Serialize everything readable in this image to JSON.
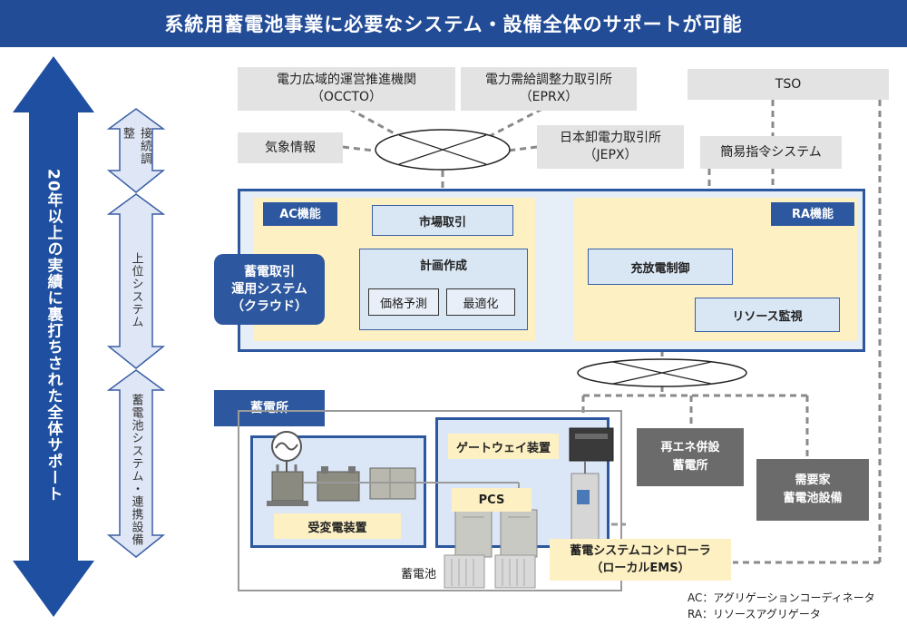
{
  "title": "系統用蓄電池事業に必要なシステム・設備全体のサポートが可能",
  "left_arrow": {
    "text": "20年以上の実績に裏打ちされた全体サポート"
  },
  "left_segments": [
    "接続調整",
    "上位システム",
    "蓄電池システム・連携設備"
  ],
  "external": {
    "occto": "電力広域的運営推進機関\n（OCCTO）",
    "eprx": "電力需給調整力取引所\n（EPRX）",
    "weather": "気象情報",
    "jepx": "日本卸電力取引所\n（JEPX）",
    "tso": "TSO",
    "simple_command": "簡易指令システム"
  },
  "cloud_system": {
    "label": "蓄電取引\n運用システム\n（クラウド）",
    "ac": {
      "label": "AC機能",
      "market": "市場取引",
      "plan": "計画作成",
      "price": "価格予測",
      "optimize": "最適化"
    },
    "ra": {
      "label": "RA機能",
      "charge_control": "充放電制御",
      "resource_monitor": "リソース監視"
    }
  },
  "station": {
    "label": "蓄電所",
    "gateway": "ゲートウェイ装置",
    "pcs": "PCS",
    "substation": "受変電装置",
    "battery": "蓄電池",
    "controller": "蓄電システムコントローラ\n（ローカルEMS）"
  },
  "others": {
    "renewable": "再エネ併設\n蓄電所",
    "customer": "需要家\n蓄電池設備"
  },
  "notes": [
    "AC：アグリゲーションコーディネータ",
    "RA：リソースアグリゲータ"
  ],
  "colors": {
    "navy": "#234c97",
    "box_navy": "#2d579e",
    "cream": "#fdf0c3",
    "light_blue": "#d9e6f4",
    "gray": "#e3e3e3",
    "dark_gray": "#6b6b6b",
    "arrow": "#1f4fa0"
  }
}
